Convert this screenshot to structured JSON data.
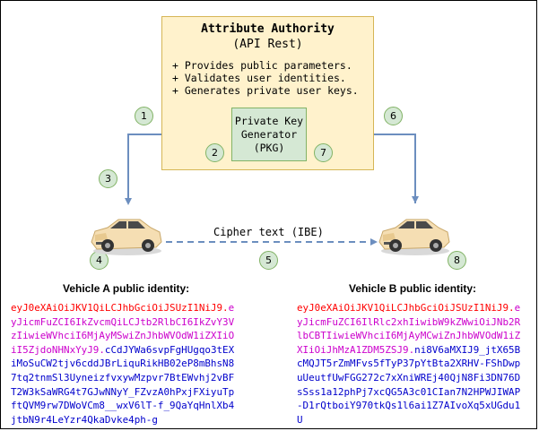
{
  "authority": {
    "title": "Attribute Authority",
    "subtitle": "(API Rest)",
    "bullets": [
      "+ Provides public parameters.",
      "+ Validates user identities.",
      "+ Generates private user keys."
    ]
  },
  "pkg": {
    "line1": "Private Key",
    "line2": "Generator",
    "line3": "(PKG)"
  },
  "steps": [
    "1",
    "2",
    "3",
    "4",
    "5",
    "6",
    "7",
    "8"
  ],
  "cipher_label": "Cipher text (IBE)",
  "colors": {
    "authority_fill": "#fff2cc",
    "authority_border": "#d6b656",
    "pkg_fill": "#d5e8d4",
    "pkg_border": "#82b366",
    "arrow": "#6c8ebf",
    "header": "#ff0000",
    "payload": "#cc00cc",
    "signature": "#0000cc",
    "car_body": "#f5deb3"
  },
  "vehicle_a": {
    "title": "Vehicle A public identity:",
    "header": "eyJ0eXAiOiJKV1QiLCJhbGciOiJSUzI1NiJ9.",
    "payload": "eyJicmFuZCI6IkZvcmQiLCJtb2RlbCI6IkZvY3VzIiwieWVhciI6MjAyMSwiZnJhbWVOdW1iZXIiOiI5ZjdoNHNxYyJ9.",
    "signature": "cCdJYWa6svpFgHUgqo3tEXiMoSuCW2tjv6cddJBrLiquRikHB02eP8mBhsN87tq2tnmSl3UyneizfvxywMzpvr7BtEWvhj2vBFT2W3kSaWRG4t7GJwNNyY_FZvzA0hPxjFXiyuTpftQVM9rw7DWoVCm8__wxV6lT-f_9QaYqHnlXb4jtbN9r4LeYzr4QkaDvke4ph-g"
  },
  "vehicle_b": {
    "title": "Vehicle B public identity:",
    "header": "eyJ0eXAiOiJKV1QiLCJhbGciOiJSUzI1NiJ9.",
    "payload": "eyJicmFuZCI6IlRlc2xhIiwibW9kZWwiOiJNb2RlbCBTIiwieWVhciI6MjAyMCwiZnJhbWVOdW1iZXIiOiJhMzA1ZDM5ZSJ9.",
    "signature": "ni8V6aMXIJ9_jtX65BcMQJT5rZmMFvs5fTyP37pYtBta2XRHV-FShDwpuUeutfUwFGG272c7xXniWREj40QjN8Fi3DN76DsSss1a12phPj7xcQG5A3c01CIan7N2HPWJIWAP-D1rQtboiY970tkQs1l6ai1Z7AIvoXq5xUGdu1U"
  }
}
